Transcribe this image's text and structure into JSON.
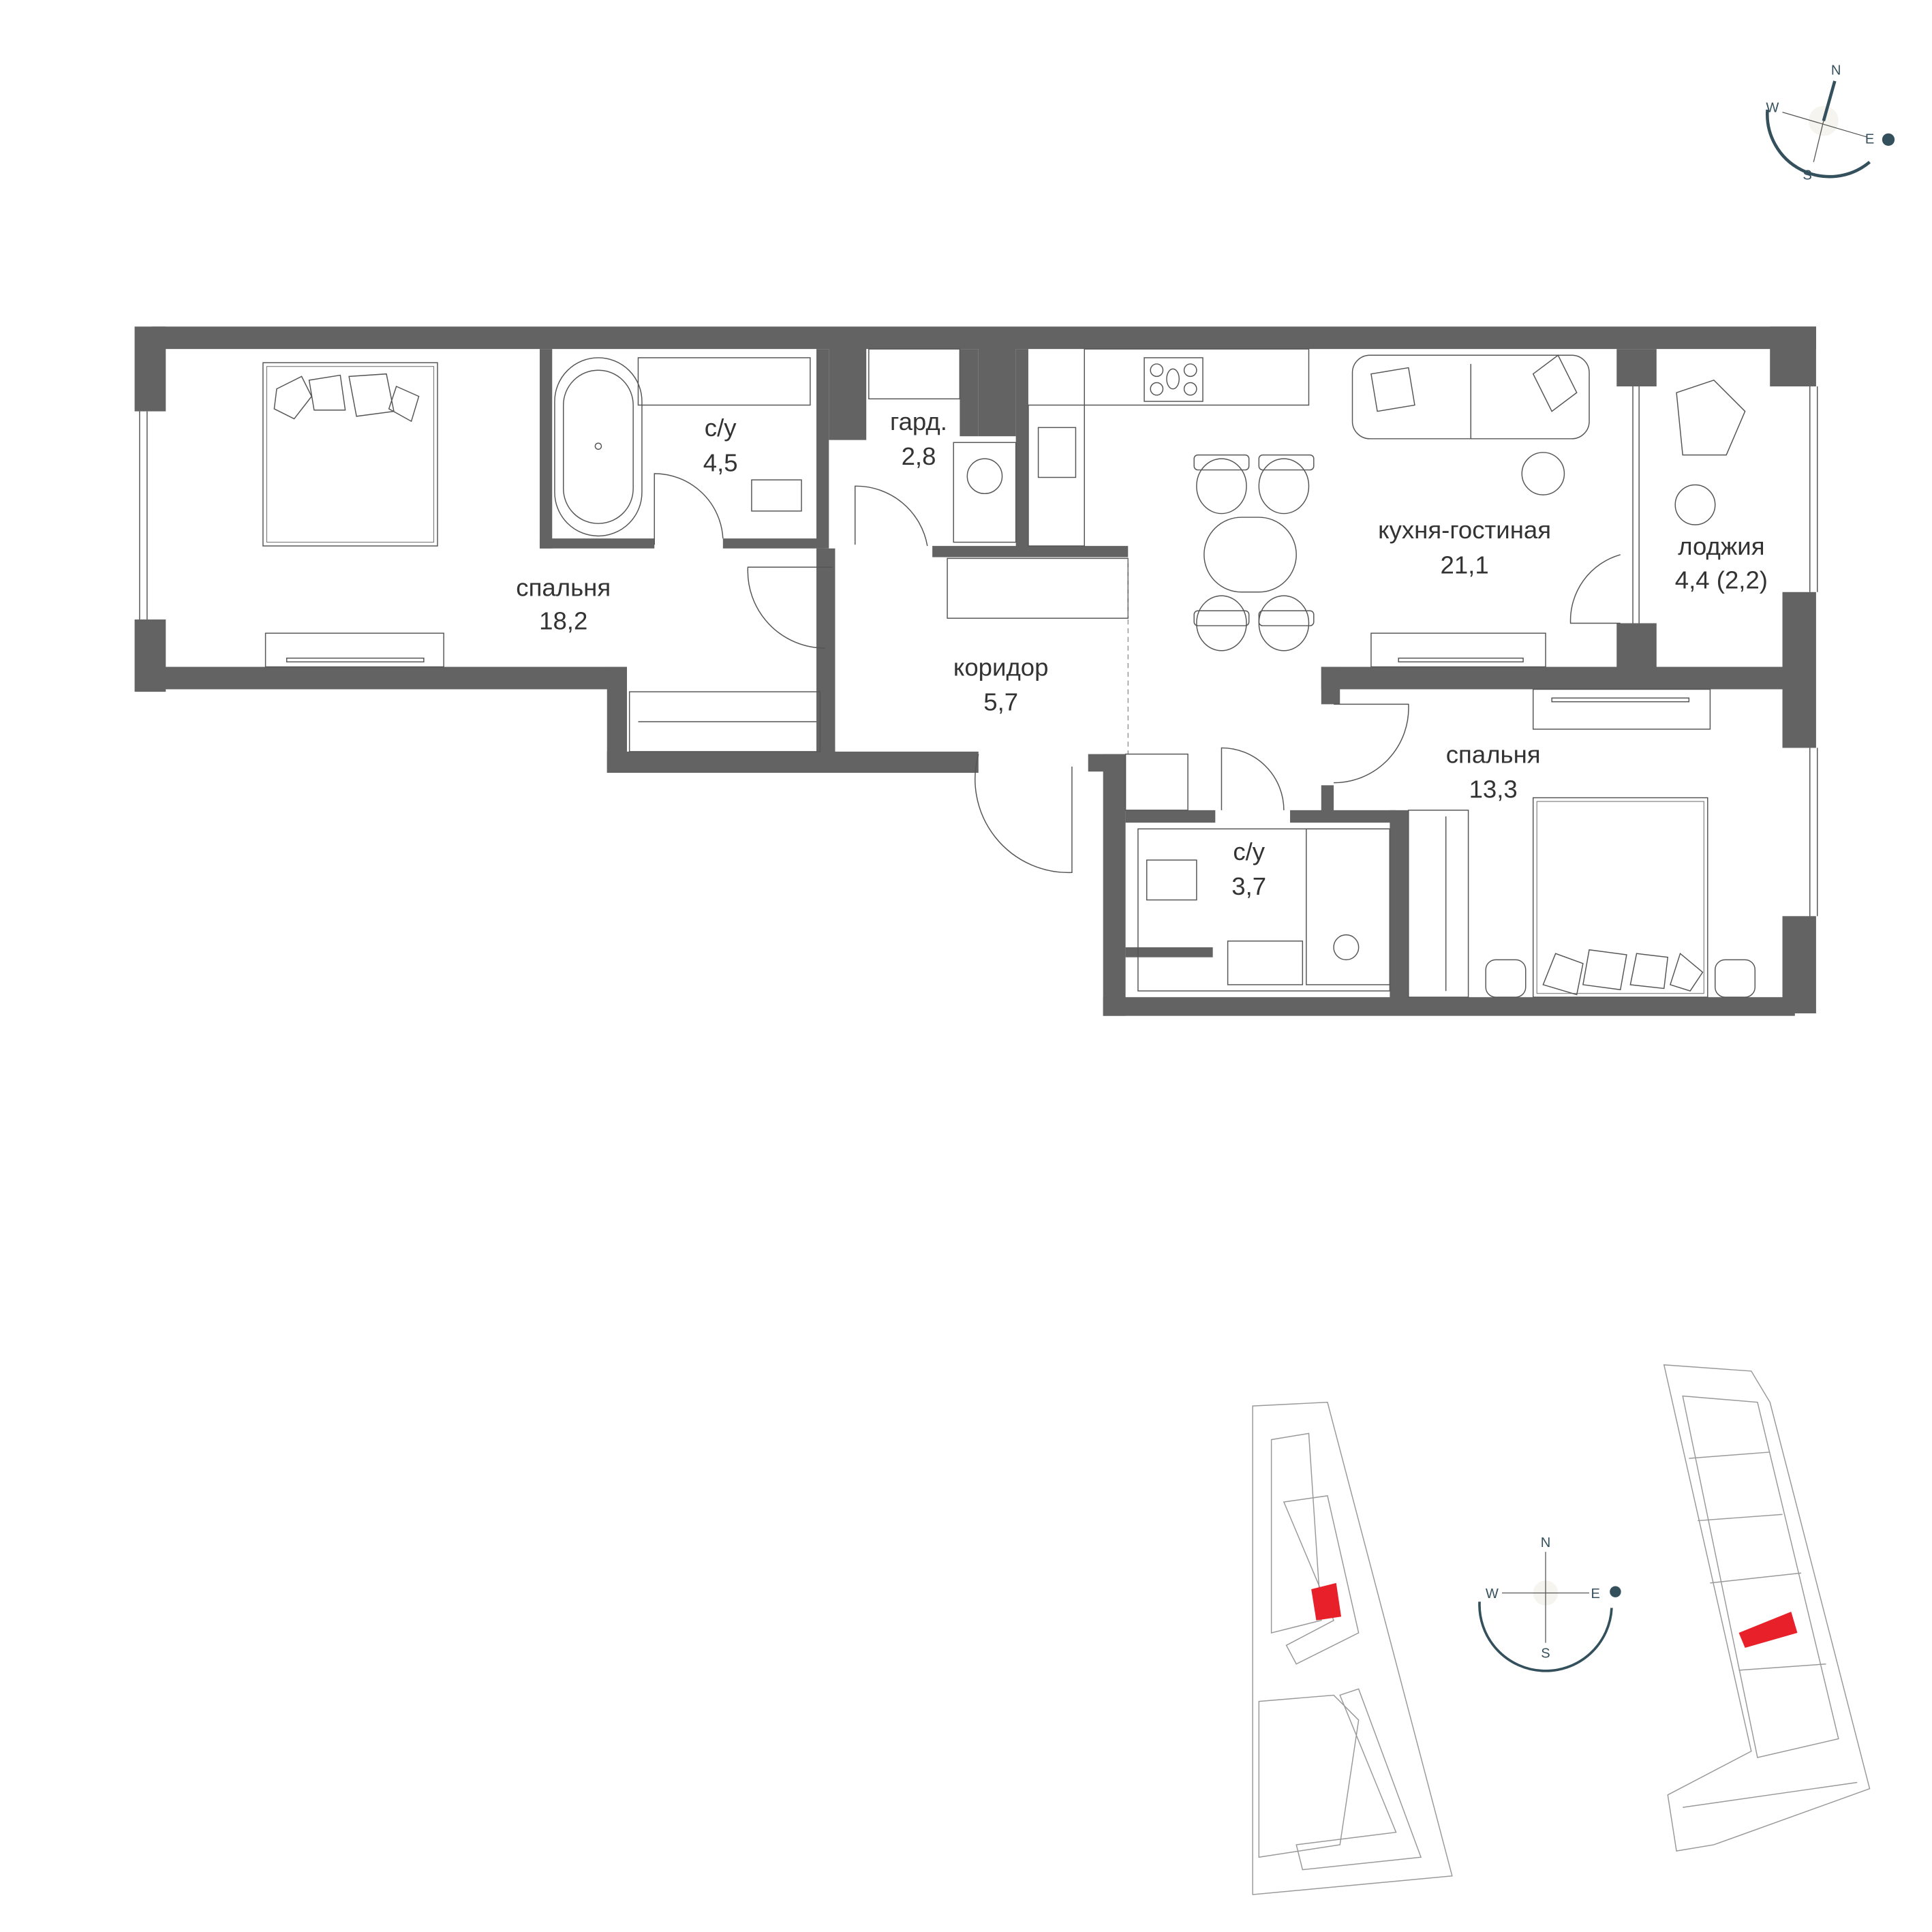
{
  "rooms": [
    {
      "name": "спальня",
      "area": "18,2"
    },
    {
      "name": "с/у",
      "area": "4,5"
    },
    {
      "name": "гард.",
      "area": "2,8"
    },
    {
      "name": "коридор",
      "area": "5,7"
    },
    {
      "name": "кухня-гостиная",
      "area": "21,1"
    },
    {
      "name": "лоджия",
      "area": "4,4 (2,2)"
    },
    {
      "name": "спальня",
      "area": "13,3"
    },
    {
      "name": "с/у",
      "area": "3,7"
    }
  ],
  "compass": {
    "n": "N",
    "e": "E",
    "s": "S",
    "w": "W"
  },
  "colors": {
    "wall": "#636363",
    "highlight": "#e8202a",
    "compass": "#34505c"
  }
}
